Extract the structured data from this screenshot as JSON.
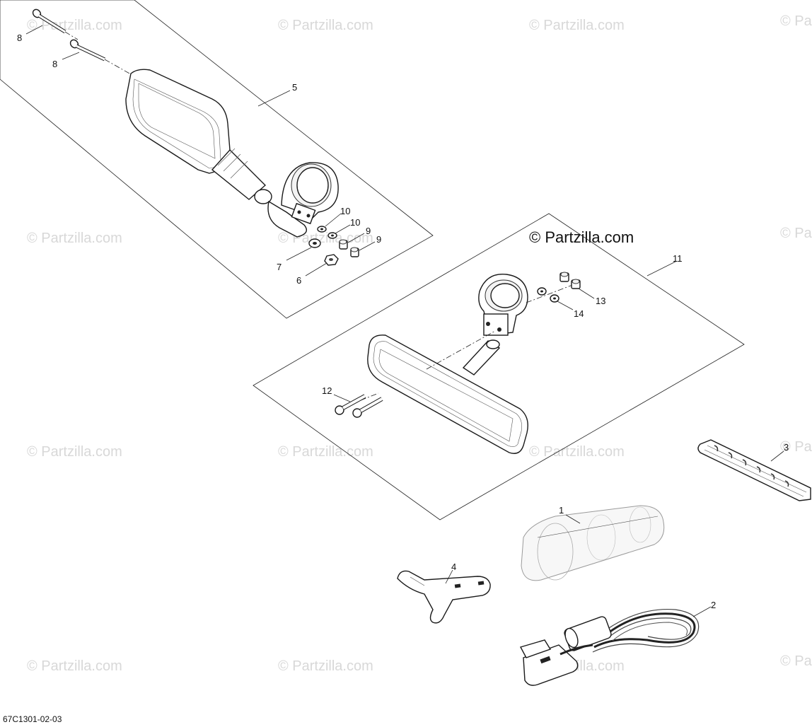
{
  "diagram": {
    "doc_id": "67C1301-02-03",
    "watermark_main": "© Partzilla.com",
    "watermark_faint": "© Partzilla.com",
    "callouts": [
      {
        "id": "c8a",
        "label": "8"
      },
      {
        "id": "c8b",
        "label": "8"
      },
      {
        "id": "c5",
        "label": "5"
      },
      {
        "id": "c10a",
        "label": "10"
      },
      {
        "id": "c10b",
        "label": "10"
      },
      {
        "id": "c9a",
        "label": "9"
      },
      {
        "id": "c9b",
        "label": "9"
      },
      {
        "id": "c7",
        "label": "7"
      },
      {
        "id": "c6",
        "label": "6"
      },
      {
        "id": "c11",
        "label": "11"
      },
      {
        "id": "c13",
        "label": "13"
      },
      {
        "id": "c14",
        "label": "14"
      },
      {
        "id": "c12",
        "label": "12"
      },
      {
        "id": "c3",
        "label": "3"
      },
      {
        "id": "c1",
        "label": "1"
      },
      {
        "id": "c4",
        "label": "4"
      },
      {
        "id": "c2",
        "label": "2"
      }
    ]
  }
}
